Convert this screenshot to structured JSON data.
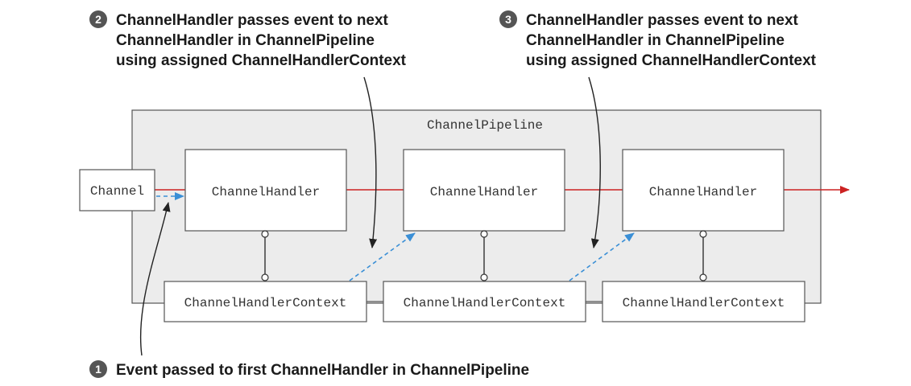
{
  "callouts": [
    {
      "number": "2",
      "lines": [
        "ChannelHandler passes event to next",
        "ChannelHandler in ChannelPipeline",
        "using assigned ChannelHandlerContext"
      ]
    },
    {
      "number": "3",
      "lines": [
        "ChannelHandler passes event to next",
        "ChannelHandler in ChannelPipeline",
        "using assigned ChannelHandlerContext"
      ]
    },
    {
      "number": "1",
      "lines": [
        "Event passed to first ChannelHandler in ChannelPipeline"
      ]
    }
  ],
  "pipeline": {
    "label": "ChannelPipeline"
  },
  "channel": {
    "label": "Channel"
  },
  "handlers": [
    {
      "label": "ChannelHandler"
    },
    {
      "label": "ChannelHandler"
    },
    {
      "label": "ChannelHandler"
    }
  ],
  "contexts": [
    {
      "label": "ChannelHandlerContext"
    },
    {
      "label": "ChannelHandlerContext"
    },
    {
      "label": "ChannelHandlerContext"
    }
  ],
  "colors": {
    "pipeline_fill": "#ececec",
    "flow_line": "#cc2222",
    "dashed_arrow": "#3a8fd6",
    "badge": "#555555",
    "border": "#555555"
  }
}
